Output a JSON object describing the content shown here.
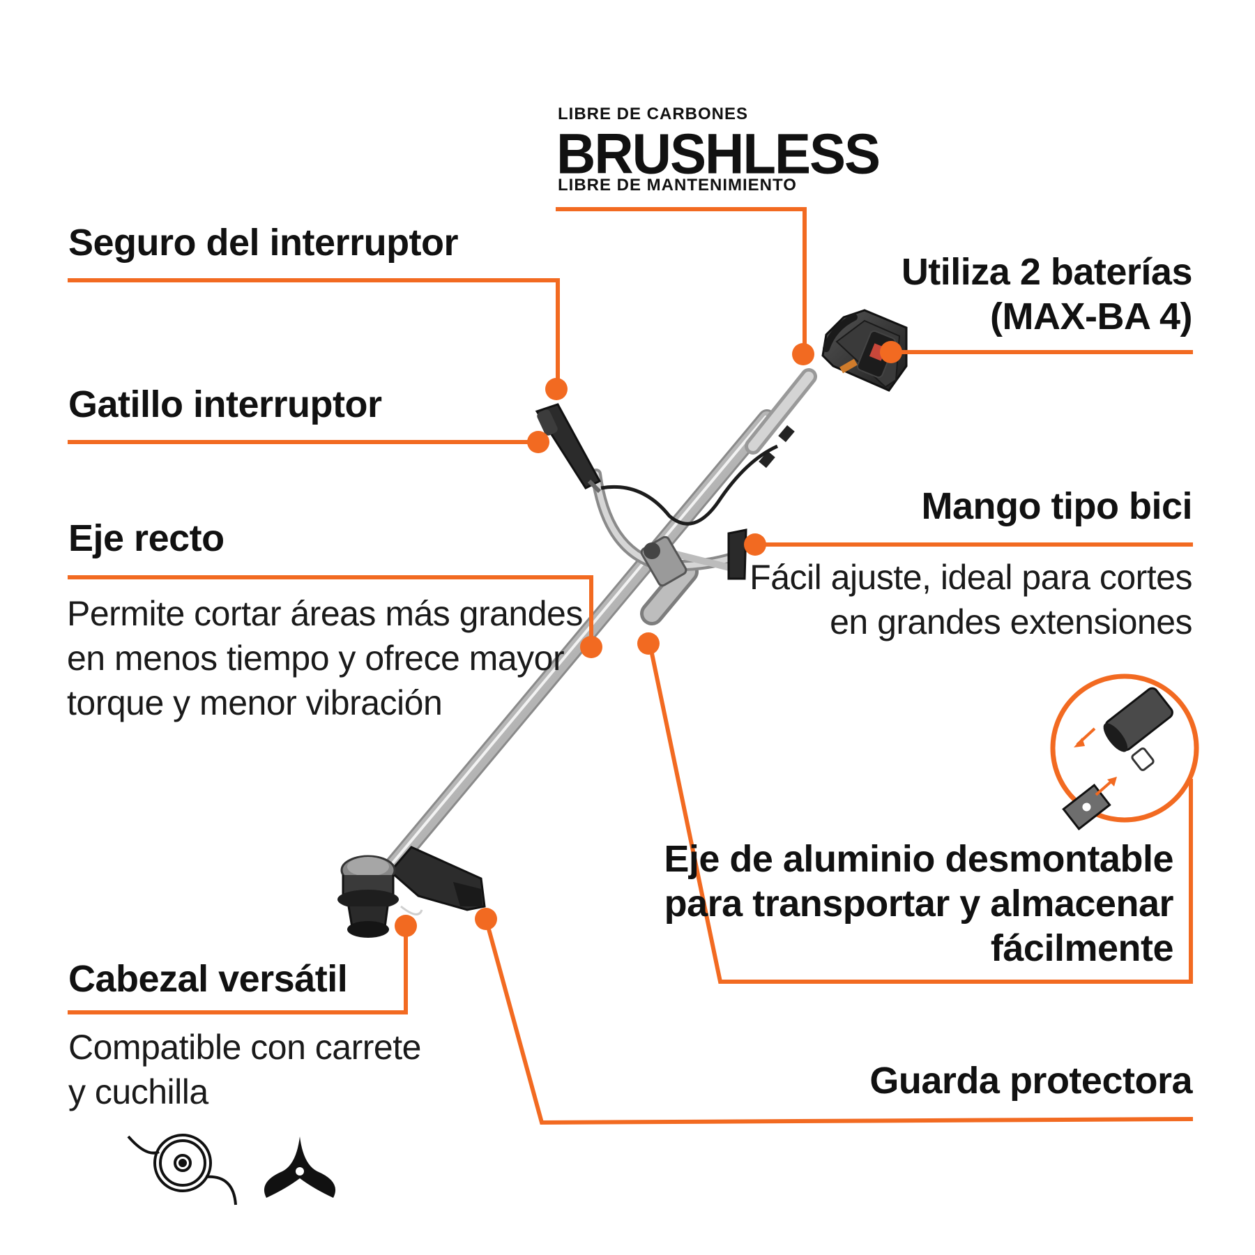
{
  "badge": {
    "top": "LIBRE DE CARBONES",
    "main": "BRUSHLESS",
    "bottom": "LIBRE DE MANTENIMIENTO"
  },
  "callouts": {
    "seguro": {
      "title": "Seguro del interruptor"
    },
    "gatillo": {
      "title": "Gatillo interruptor"
    },
    "eje_recto": {
      "title": "Eje recto",
      "desc": [
        "Permite cortar áreas más grandes",
        "en menos tiempo y ofrece mayor",
        "torque y menor vibración"
      ]
    },
    "cabezal": {
      "title": "Cabezal versátil",
      "desc": [
        "Compatible con carrete",
        "y cuchilla"
      ]
    },
    "baterias": {
      "title": [
        "Utiliza 2 baterías",
        "(MAX-BA 4)"
      ]
    },
    "mango": {
      "title": "Mango tipo bici",
      "desc": [
        "Fácil ajuste, ideal para cortes",
        "en grandes extensiones"
      ]
    },
    "eje_aluminio": {
      "title": [
        "Eje de aluminio desmontable",
        "para transportar y almacenar",
        "fácilmente"
      ]
    },
    "guarda": {
      "title": "Guarda protectora"
    }
  },
  "icons": [
    "spool-icon",
    "blade-icon",
    "detachable-shaft-icon"
  ],
  "colors": {
    "accent": "#f26a21",
    "text": "#111111",
    "tool_dark": "#2a2a2a",
    "shaft": "#b8b8b8"
  }
}
